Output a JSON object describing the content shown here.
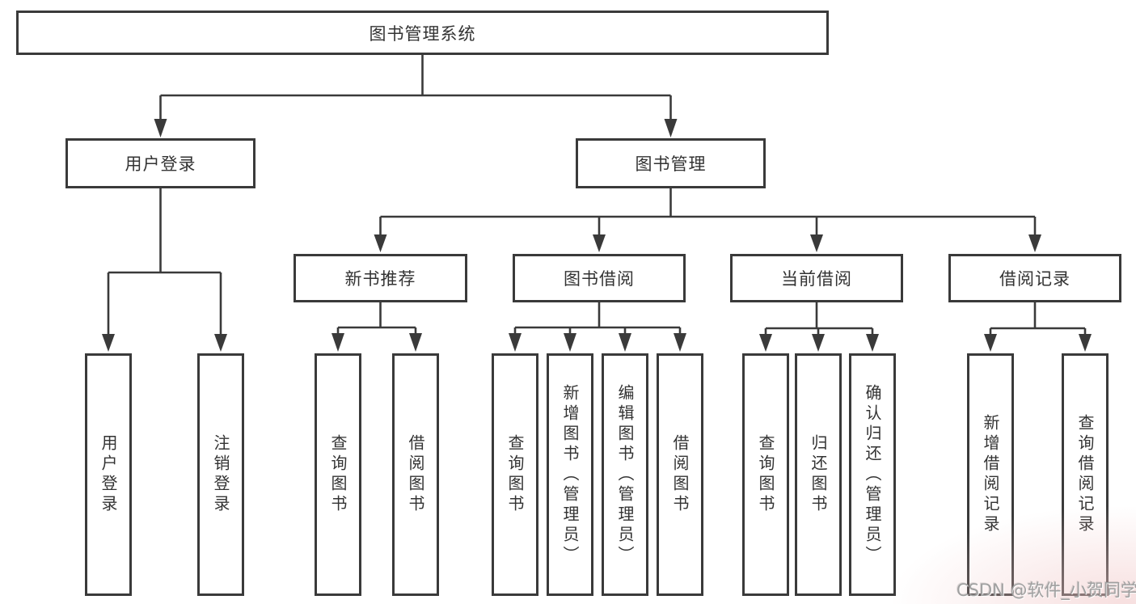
{
  "tree": {
    "label": "图书管理系统",
    "children": [
      {
        "label": "用户登录",
        "children": [
          {
            "label": "用户登录"
          },
          {
            "label": "注销登录"
          }
        ]
      },
      {
        "label": "图书管理",
        "children": [
          {
            "label": "新书推荐",
            "children": [
              {
                "label": "查询图书"
              },
              {
                "label": "借阅图书"
              }
            ]
          },
          {
            "label": "图书借阅",
            "children": [
              {
                "label": "查询图书"
              },
              {
                "label": "新增图书（管理员）"
              },
              {
                "label": "编辑图书（管理员）"
              },
              {
                "label": "借阅图书"
              }
            ]
          },
          {
            "label": "当前借阅",
            "children": [
              {
                "label": "查询图书"
              },
              {
                "label": "归还图书"
              },
              {
                "label": "确认归还（管理员）"
              }
            ]
          },
          {
            "label": "借阅记录",
            "children": [
              {
                "label": "新增借阅记录"
              },
              {
                "label": "查询借阅记录"
              }
            ]
          }
        ]
      }
    ]
  },
  "watermark": {
    "text": "CSDN @软件_小贺同学"
  },
  "colors": {
    "line": "#3a3a3a",
    "box_border": "#3a3a3a",
    "text": "#333333",
    "watermark_text": "#a0a0a0",
    "watermark_tint": "#f0c5c5"
  }
}
